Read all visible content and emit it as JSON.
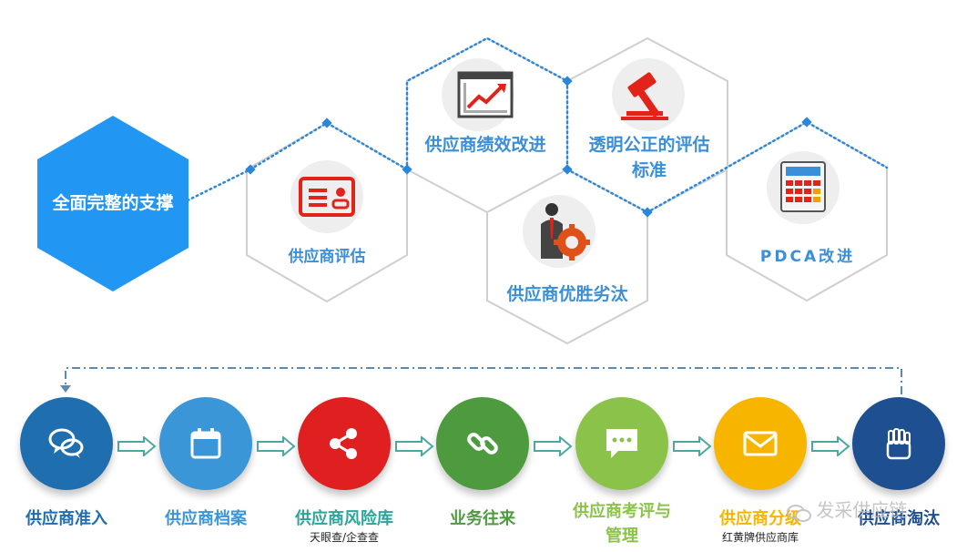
{
  "hex_main": {
    "label": "全面完整的支撑",
    "color": "#2196f3"
  },
  "hexes": [
    {
      "title": "供应商评估",
      "icon": "id-card-icon"
    },
    {
      "title": "供应商绩效改进",
      "icon": "trend-chart-icon"
    },
    {
      "title": "供应商优胜劣汰",
      "icon": "businessman-gear-icon"
    },
    {
      "title": "透明公正的评估标准",
      "icon": "gavel-icon"
    },
    {
      "title": "PDCA改进",
      "icon": "calculator-icon"
    }
  ],
  "process": [
    {
      "label": "供应商准入",
      "color": "#1f6fb0",
      "label_color": "#1f6fb0",
      "icon": "chat-bubbles-icon",
      "sub": ""
    },
    {
      "label": "供应商档案",
      "color": "#3a96d6",
      "label_color": "#3a96d6",
      "icon": "calendar-icon",
      "sub": ""
    },
    {
      "label": "供应商风险库",
      "color": "#e02020",
      "label_color": "#2ea59a",
      "icon": "share-icon",
      "sub": "天眼查/企查查"
    },
    {
      "label": "业务往来",
      "color": "#4e9a3e",
      "label_color": "#4e9a3e",
      "icon": "link-icon",
      "sub": ""
    },
    {
      "label": "供应商考评与管理",
      "color": "#8bc34a",
      "label_color": "#8bc34a",
      "icon": "message-icon",
      "sub": ""
    },
    {
      "label": "供应商分级",
      "color": "#f7b500",
      "label_color": "#f7b500",
      "icon": "envelope-icon",
      "sub": "红黄牌供应商库"
    },
    {
      "label": "供应商淘汰",
      "color": "#1e4f91",
      "label_color": "#1e4f91",
      "icon": "fist-icon",
      "sub": ""
    }
  ],
  "watermark": "发采供应链"
}
